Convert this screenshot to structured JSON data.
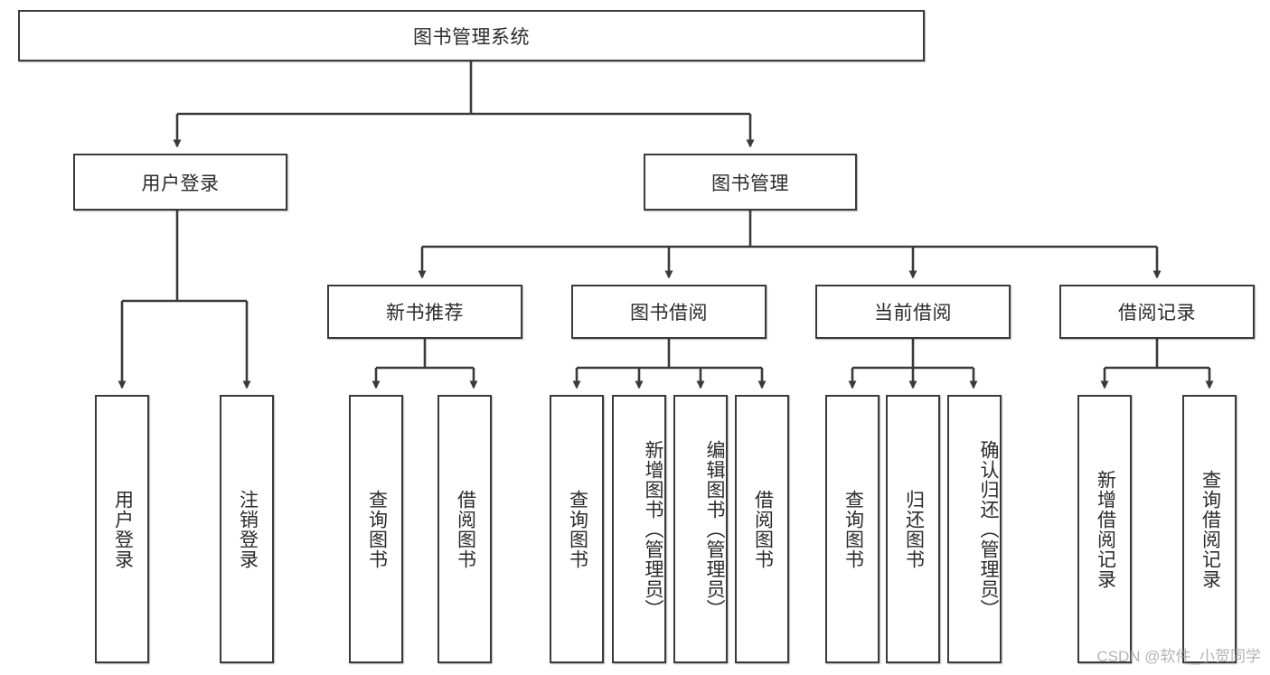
{
  "diagram": {
    "type": "hierarchy-tree",
    "root": {
      "id": "root",
      "label": "图书管理系统"
    },
    "level2": [
      {
        "id": "user-login",
        "label": "用户登录"
      },
      {
        "id": "book-manage",
        "label": "图书管理"
      }
    ],
    "level3": [
      {
        "id": "new-book-recommend",
        "label": "新书推荐",
        "parent": "book-manage"
      },
      {
        "id": "book-borrow",
        "label": "图书借阅",
        "parent": "book-manage"
      },
      {
        "id": "current-borrow",
        "label": "当前借阅",
        "parent": "book-manage"
      },
      {
        "id": "borrow-record",
        "label": "借阅记录",
        "parent": "book-manage"
      }
    ],
    "leaves": {
      "user_login": [
        {
          "id": "leaf-user-login",
          "label": "用户登录"
        },
        {
          "id": "leaf-logout",
          "label": "注销登录"
        }
      ],
      "new_book_recommend": [
        {
          "id": "leaf-query-book-1",
          "label": "查询图书"
        },
        {
          "id": "leaf-borrow-book-1",
          "label": "借阅图书"
        }
      ],
      "book_borrow": [
        {
          "id": "leaf-query-book-2",
          "label": "查询图书"
        },
        {
          "id": "leaf-add-book",
          "label": "新增图书（管理员）"
        },
        {
          "id": "leaf-edit-book",
          "label": "编辑图书（管理员）"
        },
        {
          "id": "leaf-borrow-book-2",
          "label": "借阅图书"
        }
      ],
      "current_borrow": [
        {
          "id": "leaf-query-book-3",
          "label": "查询图书"
        },
        {
          "id": "leaf-return-book",
          "label": "归还图书"
        },
        {
          "id": "leaf-confirm-return",
          "label": "确认归还（管理员）"
        }
      ],
      "borrow_record": [
        {
          "id": "leaf-add-record",
          "label": "新增借阅记录"
        },
        {
          "id": "leaf-query-record",
          "label": "查询借阅记录"
        }
      ]
    },
    "colors": {
      "stroke": "#3a3a3a",
      "fill": "#ffffff",
      "text": "#2b2b2b",
      "watermark": "#9a9a9a"
    }
  },
  "watermark": {
    "text": "CSDN @软件_小贺同学"
  }
}
